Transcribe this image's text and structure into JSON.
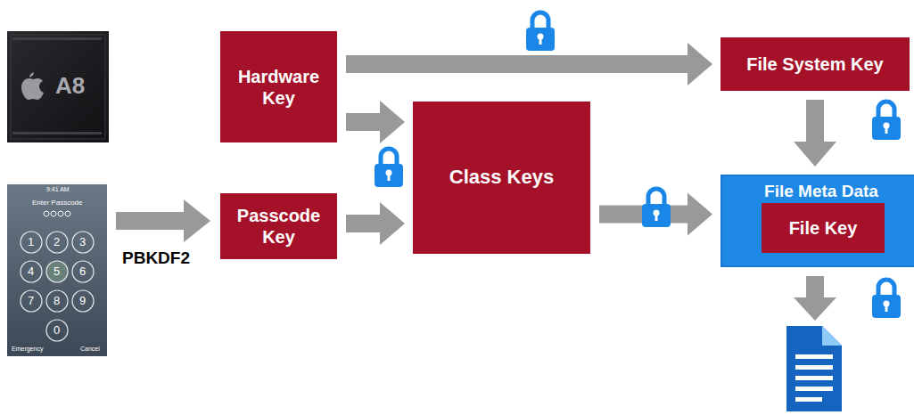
{
  "diagram": {
    "nodes": [
      {
        "text": [
          "Hardware Key"
        ]
      },
      {
        "text": [
          "Passcode Key"
        ]
      },
      {
        "text": [
          "Class Keys"
        ]
      },
      {
        "text": [
          "File System Key"
        ]
      },
      {
        "text": [
          "File Meta Data"
        ]
      },
      {
        "text": [
          "File Key"
        ],
        "in": 4
      }
    ],
    "edges": [
      {
        "from": 0,
        "to": 3,
        "arrow": "to"
      },
      {
        "from": 0,
        "to": 2,
        "arrow": "to"
      },
      {
        "from": 1,
        "to": 2,
        "arrow": "to"
      },
      {
        "from": 2,
        "to": 4,
        "arrow": "to"
      },
      {
        "from": 3,
        "to": 4,
        "arrow": "to"
      }
    ],
    "labels": [
      "PBKDF2",
      "A8",
      "9:41 AM",
      "Enter Passcode",
      "1",
      "2",
      "3",
      "4",
      "5",
      "6",
      "7",
      "8",
      "9",
      "0",
      "Emergency",
      "Cancel"
    ]
  }
}
